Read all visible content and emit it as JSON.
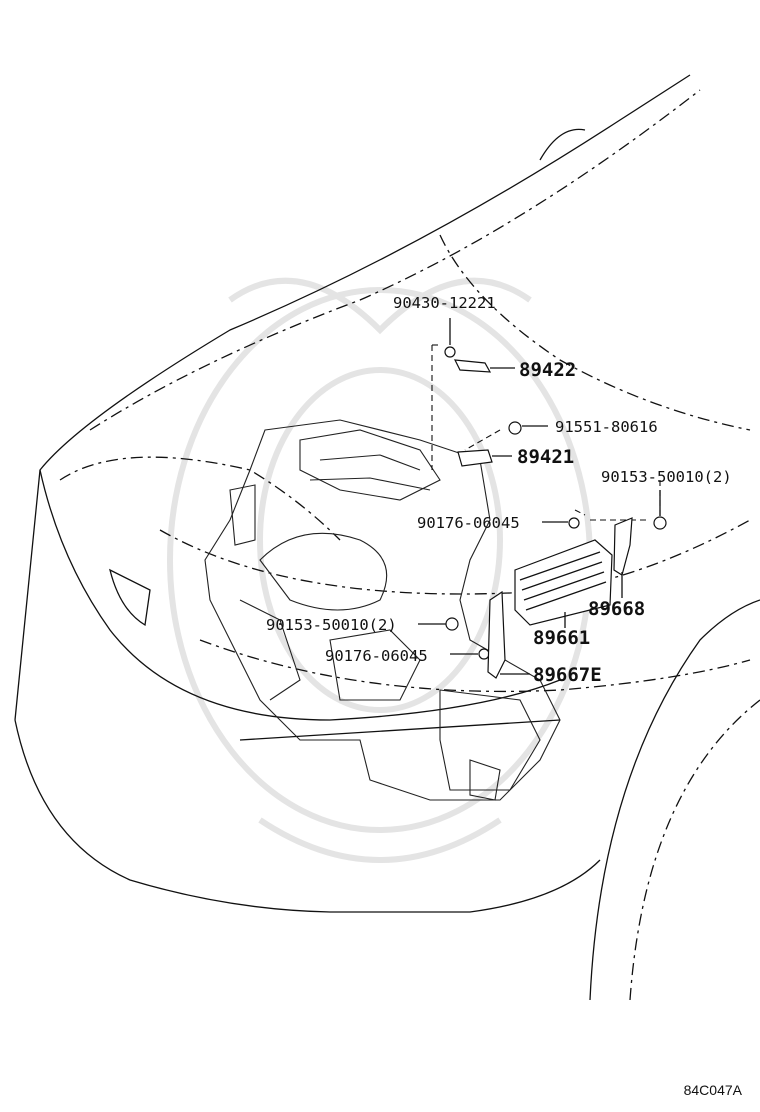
{
  "callouts": {
    "c90430": "90430-12221",
    "c89422": "89422",
    "c91551": "91551-80616",
    "c89421": "89421",
    "c90153a": "90153-50010(2)",
    "c90176a": "90176-06045",
    "c89668": "89668",
    "c89661": "89661",
    "c90153b": "90153-50010(2)",
    "c90176b": "90176-06045",
    "c89667E": "89667E"
  },
  "diagram_code": "84C047A"
}
